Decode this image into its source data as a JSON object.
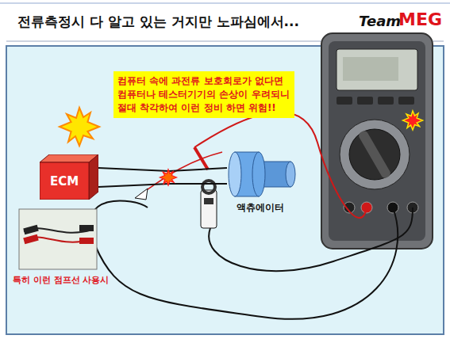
{
  "diagram": {
    "title": "전류측정시 다 알고 있는 거지만 노파심에서...",
    "nodes": [
      {
        "text": [
          "컴퓨터 속에 과전류 보호회로가 없다면 컴퓨터나 테스터기기의 손상이 우려되니 절대 착각하여 이런 정비 하면 위험!!"
        ]
      },
      {
        "text": [
          "ECM"
        ]
      },
      {
        "text": [
          "액츄에이터"
        ]
      },
      {
        "text": [
          "특히 이런 점프선 사용시"
        ]
      }
    ],
    "edges": [
      {
        "from": 1,
        "to": 2,
        "arrow": "none"
      },
      {
        "from": 1,
        "to": 2,
        "arrow": "none"
      }
    ],
    "labels": [
      "Team",
      "MEG"
    ]
  }
}
